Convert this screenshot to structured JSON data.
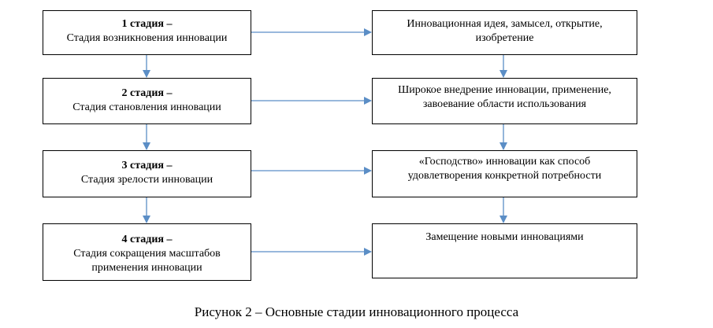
{
  "diagram": {
    "stages": [
      {
        "title": "1 стадия –",
        "label": "Стадия возникновения инновации"
      },
      {
        "title": "2 стадия –",
        "label": "Стадия становления инновации"
      },
      {
        "title": "3 стадия –",
        "label": "Стадия зрелости инновации"
      },
      {
        "title": "4 стадия –",
        "label_line1": "Стадия сокращения масштабов",
        "label_line2": "применения инновации"
      }
    ],
    "outcomes": [
      {
        "line1": "Инновационная идея, замысел, открытие,",
        "line2": "изобретение"
      },
      {
        "line1": "Широкое внедрение инновации, применение,",
        "line2": "завоевание области использования"
      },
      {
        "line1": "«Господство» инновации как способ",
        "line2": "удовлетворения конкретной потребности"
      },
      {
        "line1": "Замещение новыми инновациями"
      }
    ],
    "arrow_color": "#5b8ec6"
  },
  "caption": "Рисунок 2 – Основные стадии инновационного процесса"
}
